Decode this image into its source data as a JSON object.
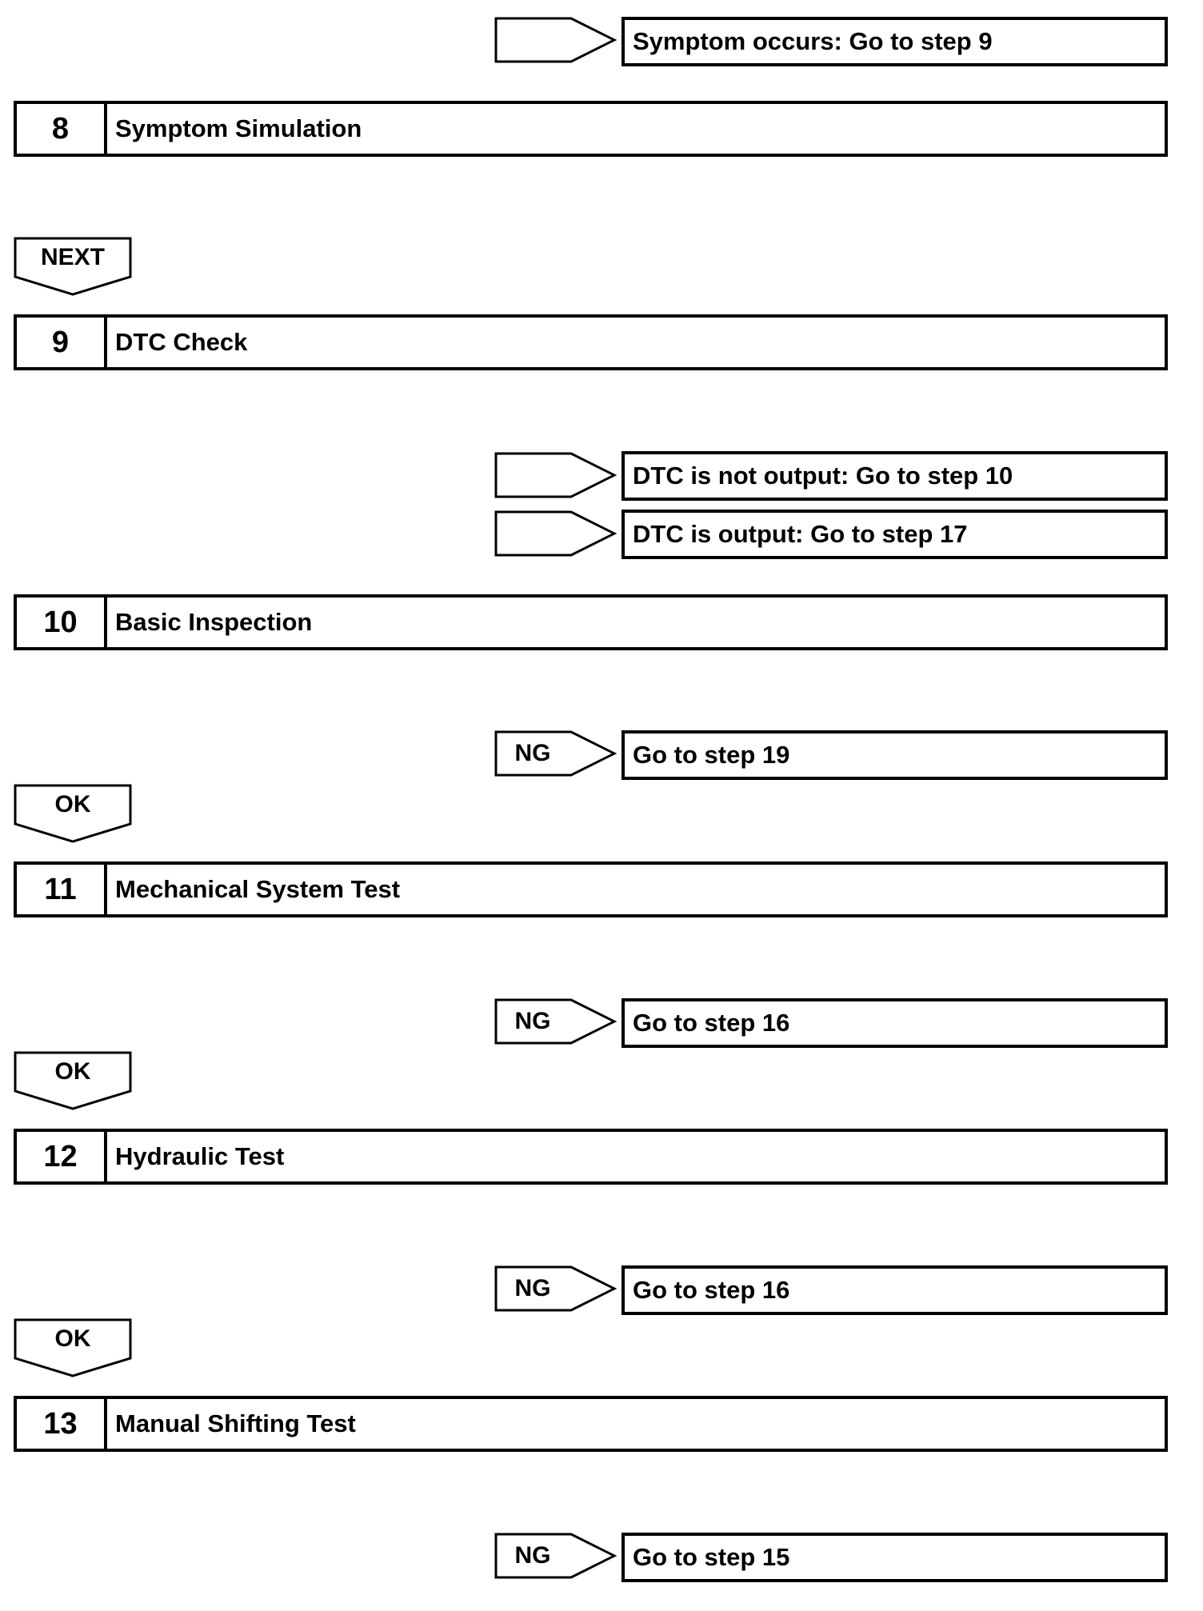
{
  "flow": {
    "top_result": "Symptom occurs: Go to step 9",
    "step8": {
      "number": "8",
      "title": "Symptom Simulation"
    },
    "next_label": "NEXT",
    "step9": {
      "number": "9",
      "title": "DTC Check"
    },
    "step9_result_a": "DTC is not output: Go to step 10",
    "step9_result_b": "DTC is output: Go to step 17",
    "step10": {
      "number": "10",
      "title": "Basic Inspection"
    },
    "step10_ng_label": "NG",
    "step10_ng_result": "Go to step 19",
    "step10_ok_label": "OK",
    "step11": {
      "number": "11",
      "title": "Mechanical System Test"
    },
    "step11_ng_label": "NG",
    "step11_ng_result": "Go to step 16",
    "step11_ok_label": "OK",
    "step12": {
      "number": "12",
      "title": "Hydraulic Test"
    },
    "step12_ng_label": "NG",
    "step12_ng_result": "Go to step 16",
    "step12_ok_label": "OK",
    "step13": {
      "number": "13",
      "title": "Manual Shifting Test"
    },
    "step13_ng_label": "NG",
    "step13_ng_result": "Go to step 15"
  }
}
